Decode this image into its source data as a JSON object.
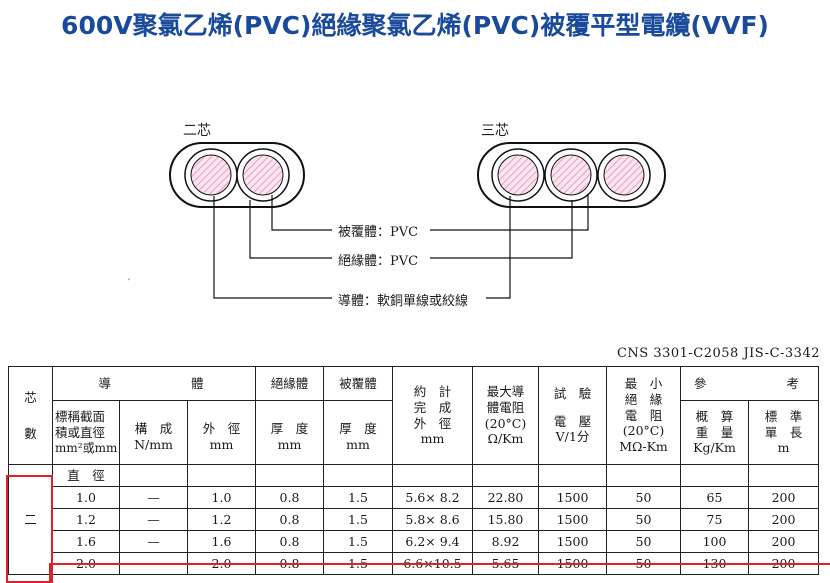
{
  "title": "600V聚氯乙烯(PVC)絕緣聚氯乙烯(PVC)被覆平型電纜(VVF)",
  "diagram": {
    "two_core_label": "二芯",
    "three_core_label": "三芯",
    "sheath_label": "被覆體：PVC",
    "insulation_label": "絕緣體：PVC",
    "conductor_label": "導體：軟銅單線或絞線"
  },
  "standard": "CNS 3301-C2058 JIS-C-3342",
  "table": {
    "headers": {
      "cores": "芯",
      "cores2": "數",
      "conductor": "導　　　　體",
      "nominal_area_l1": "標稱截面",
      "nominal_area_l2": "積或直徑",
      "nominal_area_l3": "mm²或mm",
      "structure": "構　成",
      "structure_unit": "N/mm",
      "outer_dia": "外　徑",
      "outer_dia_unit": "mm",
      "insulation": "絕緣體",
      "insulation_thk": "厚　度",
      "insulation_unit": "mm",
      "sheath": "被覆體",
      "sheath_thk": "厚　度",
      "sheath_unit": "mm",
      "approx_l1": "約　計",
      "approx_l2": "完　成",
      "approx_l3": "外　徑",
      "approx_unit": "mm",
      "res_l1": "最大導",
      "res_l2": "體電阻",
      "res_l3": "(20°C)",
      "res_unit": "Ω/Km",
      "test_l1": "試　驗",
      "test_l2": "電　壓",
      "test_unit": "V/1分",
      "ins_l1": "最　小",
      "ins_l2": "絕　緣",
      "ins_l3": "電　阻",
      "ins_l4": "(20°C)",
      "ins_unit": "MΩ-Km",
      "ref": "參　　　　考",
      "weight_l1": "概　算",
      "weight_l2": "重　量",
      "weight_unit": "Kg/Km",
      "length_l1": "標　準",
      "length_l2": "單　長",
      "length_unit": "m"
    },
    "group_label": "二",
    "diameter_row_label": "直　徑",
    "rows": [
      {
        "size": "1.0",
        "structure": "—",
        "od": "1.0",
        "ins": "0.8",
        "sheath": "1.5",
        "approx": "5.6× 8.2",
        "res": "22.80",
        "volt": "1500",
        "insr": "50",
        "weight": "65",
        "len": "200"
      },
      {
        "size": "1.2",
        "structure": "—",
        "od": "1.2",
        "ins": "0.8",
        "sheath": "1.5",
        "approx": "5.8× 8.6",
        "res": "15.80",
        "volt": "1500",
        "insr": "50",
        "weight": "75",
        "len": "200"
      },
      {
        "size": "1.6",
        "structure": "—",
        "od": "1.6",
        "ins": "0.8",
        "sheath": "1.5",
        "approx": "6.2× 9.4",
        "res": "8.92",
        "volt": "1500",
        "insr": "50",
        "weight": "100",
        "len": "200"
      },
      {
        "size": "2.0",
        "structure": "—",
        "od": "2.0",
        "ins": "0.8",
        "sheath": "1.5",
        "approx": "6.6×10.5",
        "res": "5.65",
        "volt": "1500",
        "insr": "50",
        "weight": "130",
        "len": "200"
      }
    ]
  }
}
